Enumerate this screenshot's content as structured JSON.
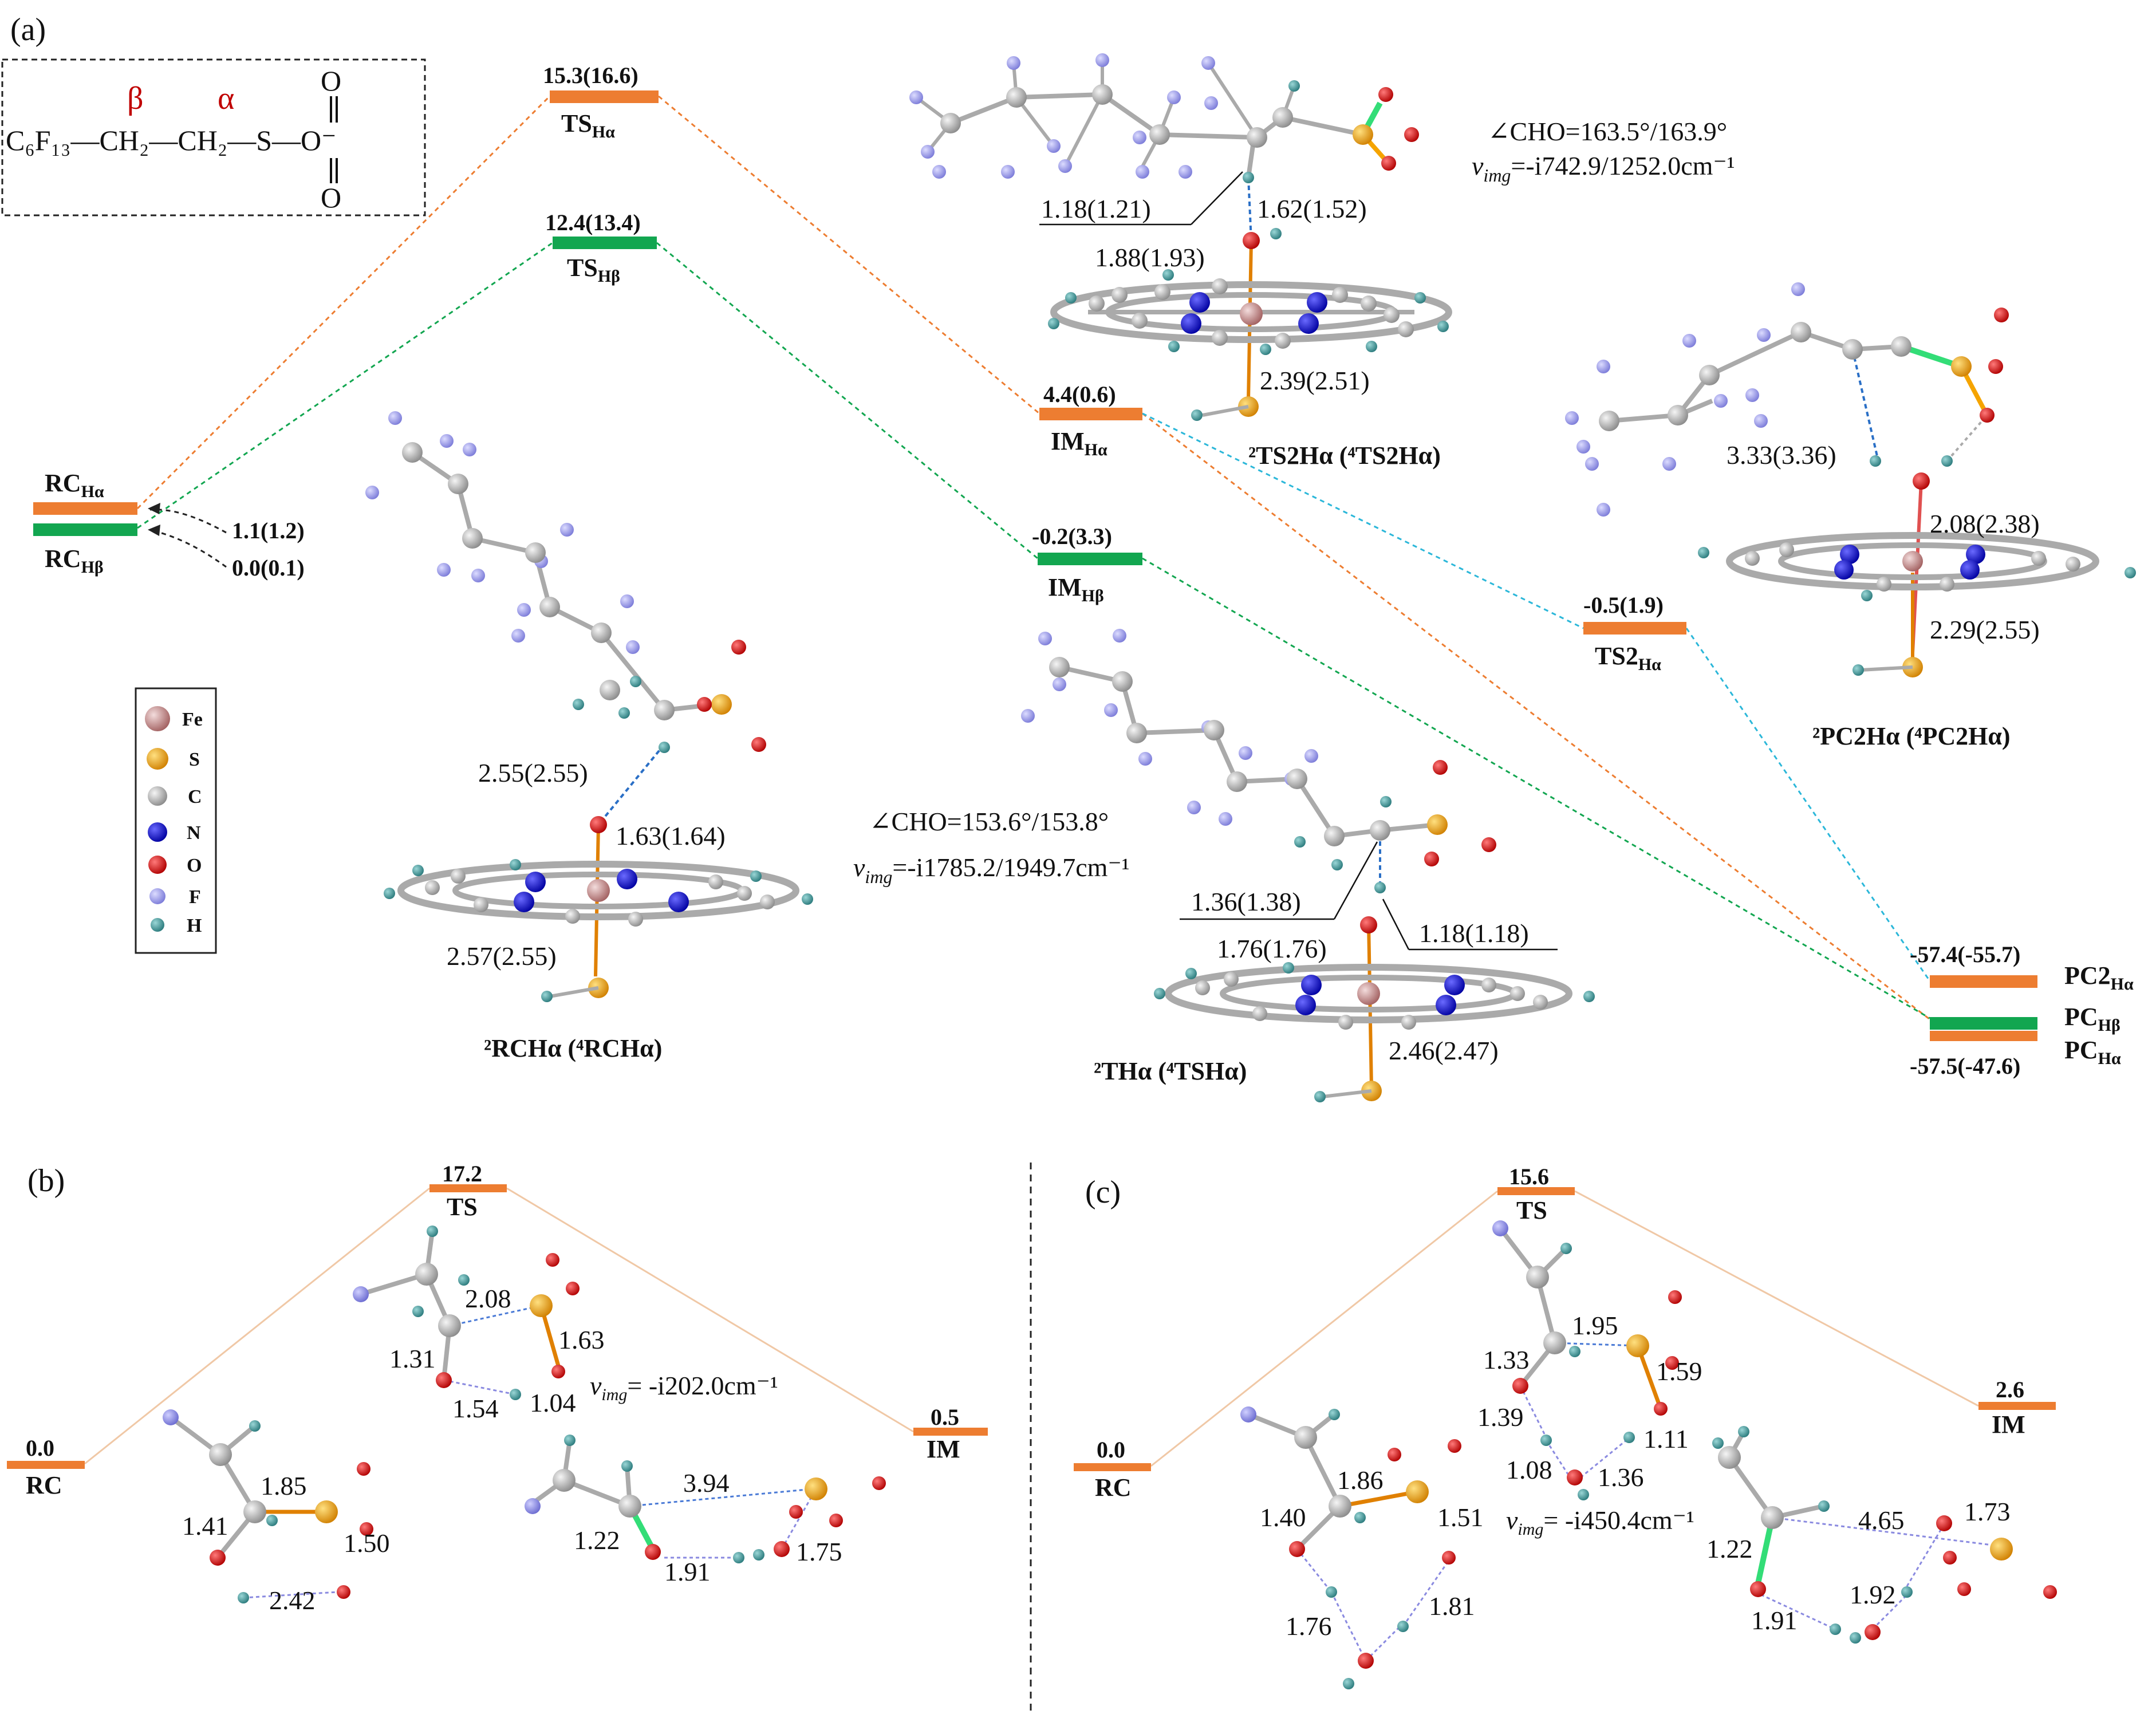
{
  "colors": {
    "orange": "#ED7D31",
    "green": "#12A650",
    "cyan": "#2BB7D9",
    "fe": "#C98F8F",
    "s": "#F5A400",
    "c": "#B8B8B8",
    "n": "#1010D8",
    "o": "#E01010",
    "f": "#9A9AEE",
    "h": "#3C9EA0",
    "x": "#8888E6"
  },
  "panels": {
    "a": "(a)",
    "b": "(b)",
    "c": "(c)"
  },
  "structure": {
    "beta": "β",
    "alpha": "α",
    "chain": "C₆F₁₃—CH₂—CH₂—S—O⁻",
    "o_top": "O",
    "o_bottom": "O"
  },
  "panel_a": {
    "levels": [
      {
        "id": "rc-ha",
        "value": "",
        "label": "RC",
        "sub": "Hα"
      },
      {
        "id": "rc-hb",
        "value": "",
        "label": "RC",
        "sub": "Hβ"
      },
      {
        "id": "ts-ha",
        "value": "15.3(16.6)",
        "label": "TS",
        "sub": "Hα"
      },
      {
        "id": "ts-hb",
        "value": "12.4(13.4)",
        "label": "TS",
        "sub": "Hβ"
      },
      {
        "id": "im-ha",
        "value": "4.4(0.6)",
        "label": "IM",
        "sub": "Hα"
      },
      {
        "id": "im-hb",
        "value": "-0.2(3.3)",
        "label": "IM",
        "sub": "Hβ"
      },
      {
        "id": "ts2-ha",
        "value": "-0.5(1.9)",
        "label": "TS2",
        "sub": "Hα"
      },
      {
        "id": "pc2-ha",
        "value": "-57.4(-55.7)",
        "label": "PC2",
        "sub": "Hα"
      },
      {
        "id": "pc-hb",
        "value": "",
        "label": "PC",
        "sub": "Hβ"
      },
      {
        "id": "pc-ha",
        "value": "-57.5(-47.6)",
        "label": "PC",
        "sub": "Hα"
      }
    ],
    "rc_values": [
      "1.1(1.2)",
      "0.0(0.1)"
    ],
    "ts2_note": {
      "angle": "∠CHO=163.5°/163.9°",
      "vimg_lhs": "v",
      "vimg_sub": "img",
      "vimg_rhs": "=-i742.9/1252.0cm⁻¹"
    },
    "ts_note": {
      "angle": "∠CHO=153.6°/153.8°",
      "vimg_lhs": "v",
      "vimg_sub": "img",
      "vimg_rhs": "=-i1785.2/1949.7cm⁻¹"
    },
    "distances": {
      "ts2": [
        "1.18(1.21)",
        "1.62(1.52)",
        "1.88(1.93)",
        "2.39(2.51)"
      ],
      "pc2": [
        "3.33(3.36)",
        "2.08(2.38)",
        "2.29(2.55)"
      ],
      "rc": [
        "2.55(2.55)",
        "1.63(1.64)",
        "2.57(2.55)"
      ],
      "ts": [
        "1.36(1.38)",
        "1.18(1.18)",
        "1.76(1.76)",
        "2.46(2.47)"
      ]
    },
    "captions": {
      "ts2": "²TS2Hα (⁴TS2Hα)",
      "pc2": "²PC2Hα (⁴PC2Hα)",
      "rc": "²RCHα (⁴RCHα)",
      "ts": "²THα (⁴TSHα)"
    },
    "legend": [
      "Fe",
      "S",
      "C",
      "N",
      "O",
      "F",
      "H"
    ]
  },
  "panel_b": {
    "levels": [
      {
        "id": "rc",
        "value": "0.0",
        "label": "RC"
      },
      {
        "id": "ts",
        "value": "17.2",
        "label": "TS"
      },
      {
        "id": "im",
        "value": "0.5",
        "label": "IM"
      }
    ],
    "ts_dist": [
      "2.08",
      "1.31",
      "1.63",
      "1.54",
      "1.04"
    ],
    "rc_dist": [
      "1.85",
      "1.41",
      "1.50",
      "2.42"
    ],
    "im_dist": [
      "3.94",
      "1.22",
      "1.91",
      "1.75"
    ],
    "vimg": {
      "lhs": "v",
      "sub": "img",
      "rhs": "= -i202.0cm⁻¹"
    }
  },
  "panel_c": {
    "levels": [
      {
        "id": "rc",
        "value": "0.0",
        "label": "RC"
      },
      {
        "id": "ts",
        "value": "15.6",
        "label": "TS"
      },
      {
        "id": "im",
        "value": "2.6",
        "label": "IM"
      }
    ],
    "ts_dist": [
      "1.95",
      "1.33",
      "1.59",
      "1.39",
      "1.11",
      "1.08",
      "1.36"
    ],
    "rc_dist": [
      "1.86",
      "1.40",
      "1.51",
      "1.76",
      "1.81"
    ],
    "im_dist": [
      "4.65",
      "1.73",
      "1.22",
      "1.92",
      "1.91"
    ],
    "vimg": {
      "lhs": "v",
      "sub": "img",
      "rhs": "= -i450.4cm⁻¹"
    }
  }
}
